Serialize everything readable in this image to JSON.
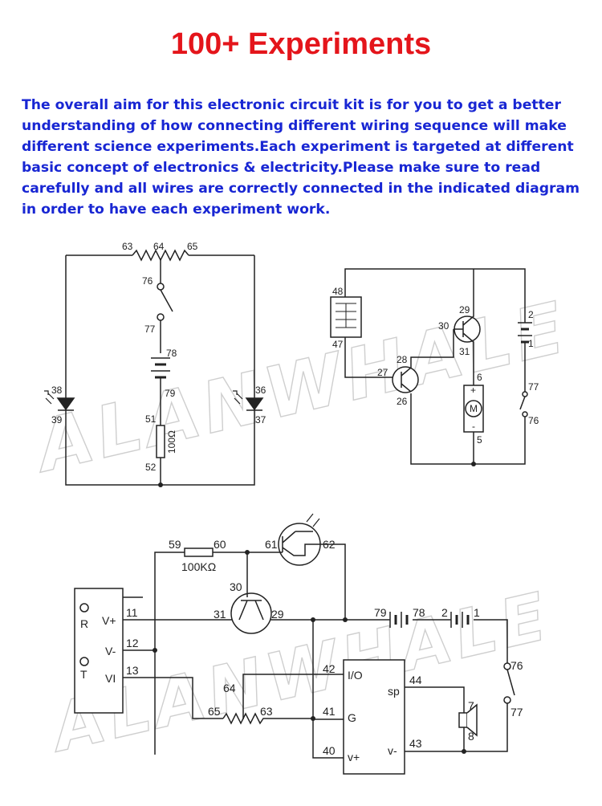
{
  "title": "100+ Experiments",
  "intro": "The overall aim for this electronic circuit kit is for you to get a better understanding of how connecting different wiring sequence will make different science experiments.Each experiment is targeted at different basic concept of electronics & electricity.Please make sure to read carefully and all wires are correctly connected in the indicated diagram in order to have each experiment work.",
  "watermark": "ALANWHALE",
  "circuit1": {
    "pot": [
      "63",
      "64",
      "65"
    ],
    "switch": [
      "76",
      "77"
    ],
    "battery": [
      "78",
      "79"
    ],
    "led_left": [
      "38",
      "39"
    ],
    "led_right": [
      "36",
      "37"
    ],
    "resistor": [
      "51",
      "52"
    ],
    "resistor_value": "100Ω"
  },
  "circuit2": {
    "reed": [
      "48",
      "47"
    ],
    "q_top": [
      "29",
      "30",
      "31"
    ],
    "q_bottom": [
      "28",
      "27",
      "26"
    ],
    "battery": [
      "2",
      "1"
    ],
    "switch": [
      "77",
      "76"
    ],
    "motor": [
      "6",
      "5"
    ],
    "motor_label": "M",
    "plus": "+",
    "minus": "-"
  },
  "circuit3": {
    "resistor": [
      "59",
      "60"
    ],
    "resistor_value": "100KΩ",
    "phototransistor": [
      "61",
      "62"
    ],
    "transistor": [
      "30",
      "31",
      "29"
    ],
    "module_labels": [
      "R",
      "T",
      "V+",
      "V-",
      "VI"
    ],
    "module_pins": [
      "11",
      "12",
      "13"
    ],
    "battery1": [
      "79",
      "78"
    ],
    "battery2": [
      "2",
      "1"
    ],
    "switch": [
      "76",
      "77"
    ],
    "pot": [
      "64",
      "65",
      "63"
    ],
    "ic_pins_left": [
      "42",
      "41",
      "40"
    ],
    "ic_labels_left": [
      "I/O",
      "G",
      "v+"
    ],
    "ic_pins_right": [
      "44",
      "43"
    ],
    "ic_labels_right": [
      "sp",
      "v-"
    ],
    "speaker": [
      "7",
      "8"
    ]
  }
}
